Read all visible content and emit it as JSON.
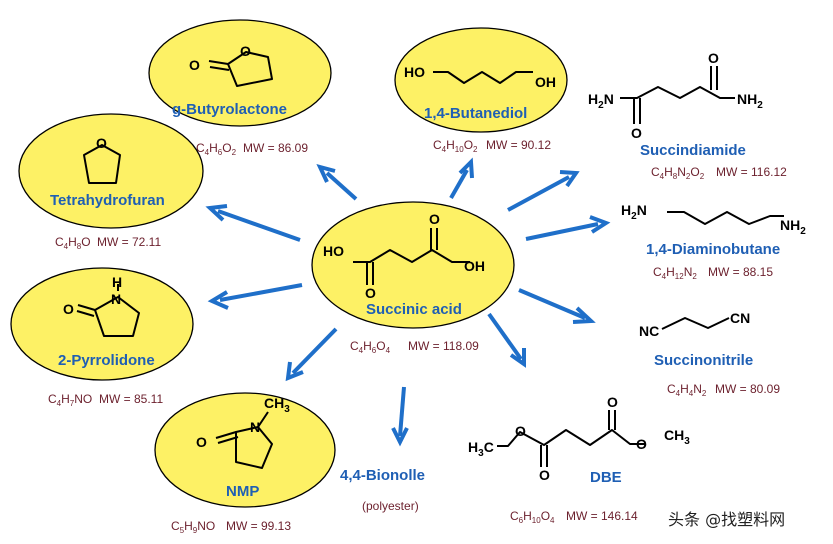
{
  "center": {
    "name": "Succinic acid",
    "formula": "C4H6O4",
    "mw": "MW = 118.09",
    "atoms": {
      "ho": "HO",
      "oh": "OH",
      "o1": "O",
      "o2": "O"
    }
  },
  "gbl": {
    "name": "g-Butyrolactone",
    "formula": "C4H6O2",
    "mw": "MW = 86.09",
    "atoms": {
      "o1": "O",
      "o2": "O"
    }
  },
  "bdo": {
    "name": "1,4-Butanediol",
    "formula": "C4H10O2",
    "mw": "MW = 90.12",
    "atoms": {
      "ho": "HO",
      "oh": "OH"
    }
  },
  "thf": {
    "name": "Tetrahydrofuran",
    "formula": "C4H8O",
    "mw": "MW = 72.11",
    "atoms": {
      "o": "O"
    }
  },
  "pyr": {
    "name": "2-Pyrrolidone",
    "formula": "C4H7NO",
    "mw": "MW = 85.11",
    "atoms": {
      "h": "H",
      "n": "N",
      "o": "O"
    }
  },
  "nmp": {
    "name": "NMP",
    "formula": "C5H9NO",
    "mw": "MW = 99.13",
    "atoms": {
      "ch3": "CH3",
      "n": "N",
      "o": "O"
    }
  },
  "bionolle": {
    "name": "4,4-Bionolle",
    "note": "(polyester)"
  },
  "succindiamide": {
    "name": "Succindiamide",
    "formula": "C4H8N2O2",
    "mw": "MW = 116.12",
    "atoms": {
      "h2n": "H2N",
      "nh2": "NH2",
      "o1": "O",
      "o2": "O"
    }
  },
  "dab": {
    "name": "1,4-Diaminobutane",
    "formula": "C4H12N2",
    "mw": "MW = 88.15",
    "atoms": {
      "h2n": "H2N",
      "nh2": "NH2"
    }
  },
  "sn": {
    "name": "Succinonitrile",
    "formula": "C4H4N2",
    "mw": "MW = 80.09",
    "atoms": {
      "nc": "NC",
      "cn": "CN"
    }
  },
  "dbe": {
    "name": "DBE",
    "formula": "C6H10O4",
    "mw": "MW = 146.14",
    "atoms": {
      "h3c": "H3C",
      "ch3": "CH3",
      "o1": "O",
      "o2": "O",
      "o3": "O",
      "o4": "O"
    }
  },
  "watermark": "头条 @找塑料网",
  "colors": {
    "ellipse_fill": "#fdf165",
    "arrow": "#1f6fc9",
    "name_text": "#1f5fb4",
    "mw_text": "#6b1f2c"
  }
}
